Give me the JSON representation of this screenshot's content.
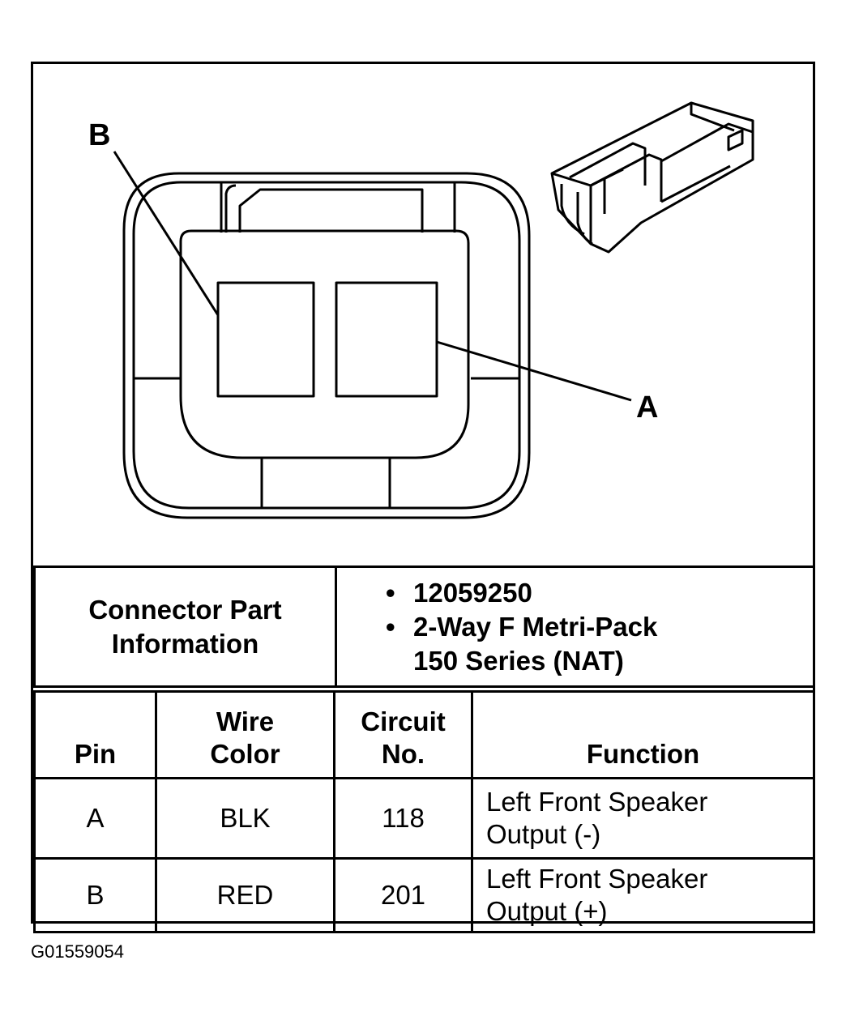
{
  "diagram": {
    "callout_b": "B",
    "callout_a": "A"
  },
  "part_info": {
    "label_line1": "Connector Part",
    "label_line2": "Information",
    "items": [
      {
        "bullet": "•",
        "lines": [
          "12059250"
        ]
      },
      {
        "bullet": "•",
        "lines": [
          "2-Way F Metri-Pack",
          "150 Series (NAT)"
        ]
      }
    ]
  },
  "pin_table": {
    "headers": {
      "pin": "Pin",
      "wire_color_1": "Wire",
      "wire_color_2": "Color",
      "circuit_1": "Circuit",
      "circuit_2": "No.",
      "function": "Function"
    },
    "rows": [
      {
        "pin": "A",
        "wire_color": "BLK",
        "circuit": "118",
        "function_1": "Left Front Speaker",
        "function_2": "Output (-)"
      },
      {
        "pin": "B",
        "wire_color": "RED",
        "circuit": "201",
        "function_1": "Left Front Speaker",
        "function_2": "Output (+)"
      }
    ]
  },
  "figure_id": "G01559054"
}
